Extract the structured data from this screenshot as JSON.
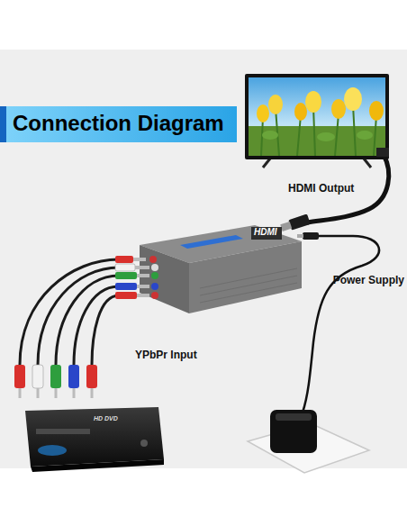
{
  "diagram": {
    "title": "Connection Diagram",
    "labels": [
      "HDMI Output",
      "Power Supply",
      "YPbPr Input",
      "HDMI",
      "HD DVD"
    ]
  }
}
